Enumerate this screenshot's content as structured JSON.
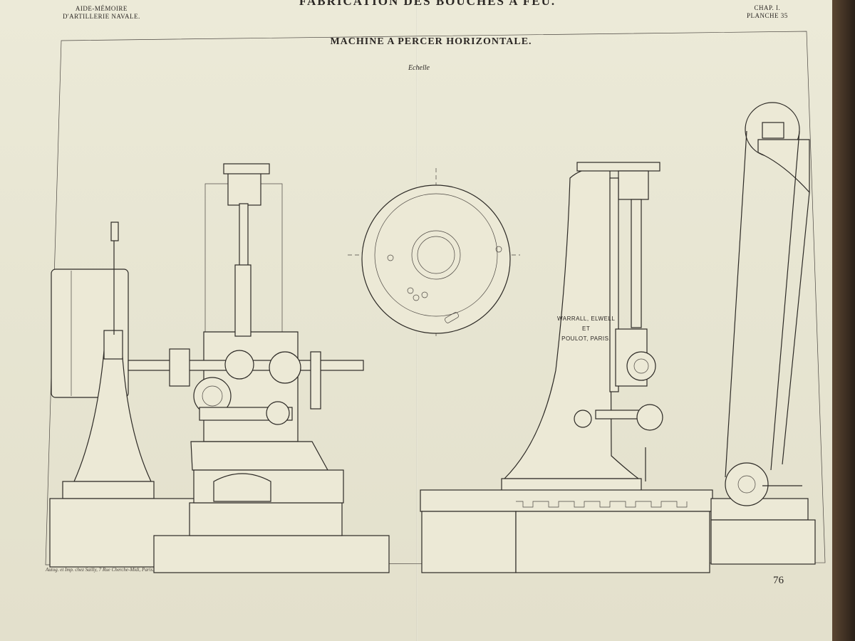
{
  "header": {
    "series_title": "FABRICATION DES BOUCHES A FEU.",
    "left_label_line1": "AIDE-MÉMOIRE",
    "left_label_line2": "D'ARTILLERIE NAVALE.",
    "right_label_line1": "CHAP. I.",
    "right_label_line2": "PLANCHE 35"
  },
  "plate": {
    "title": "MACHINE A PERCER HORIZONTALE.",
    "scale_label": "Echelle"
  },
  "maker": {
    "line1": "WARRALL, ELWELL",
    "line2": "ET",
    "line3": "POULOT, PARIS."
  },
  "footer": {
    "engraver_credit": "Autog. et Imp. chez Sailly, 7 Rue Cherche-Midi, Paris.",
    "page_number": "76"
  }
}
